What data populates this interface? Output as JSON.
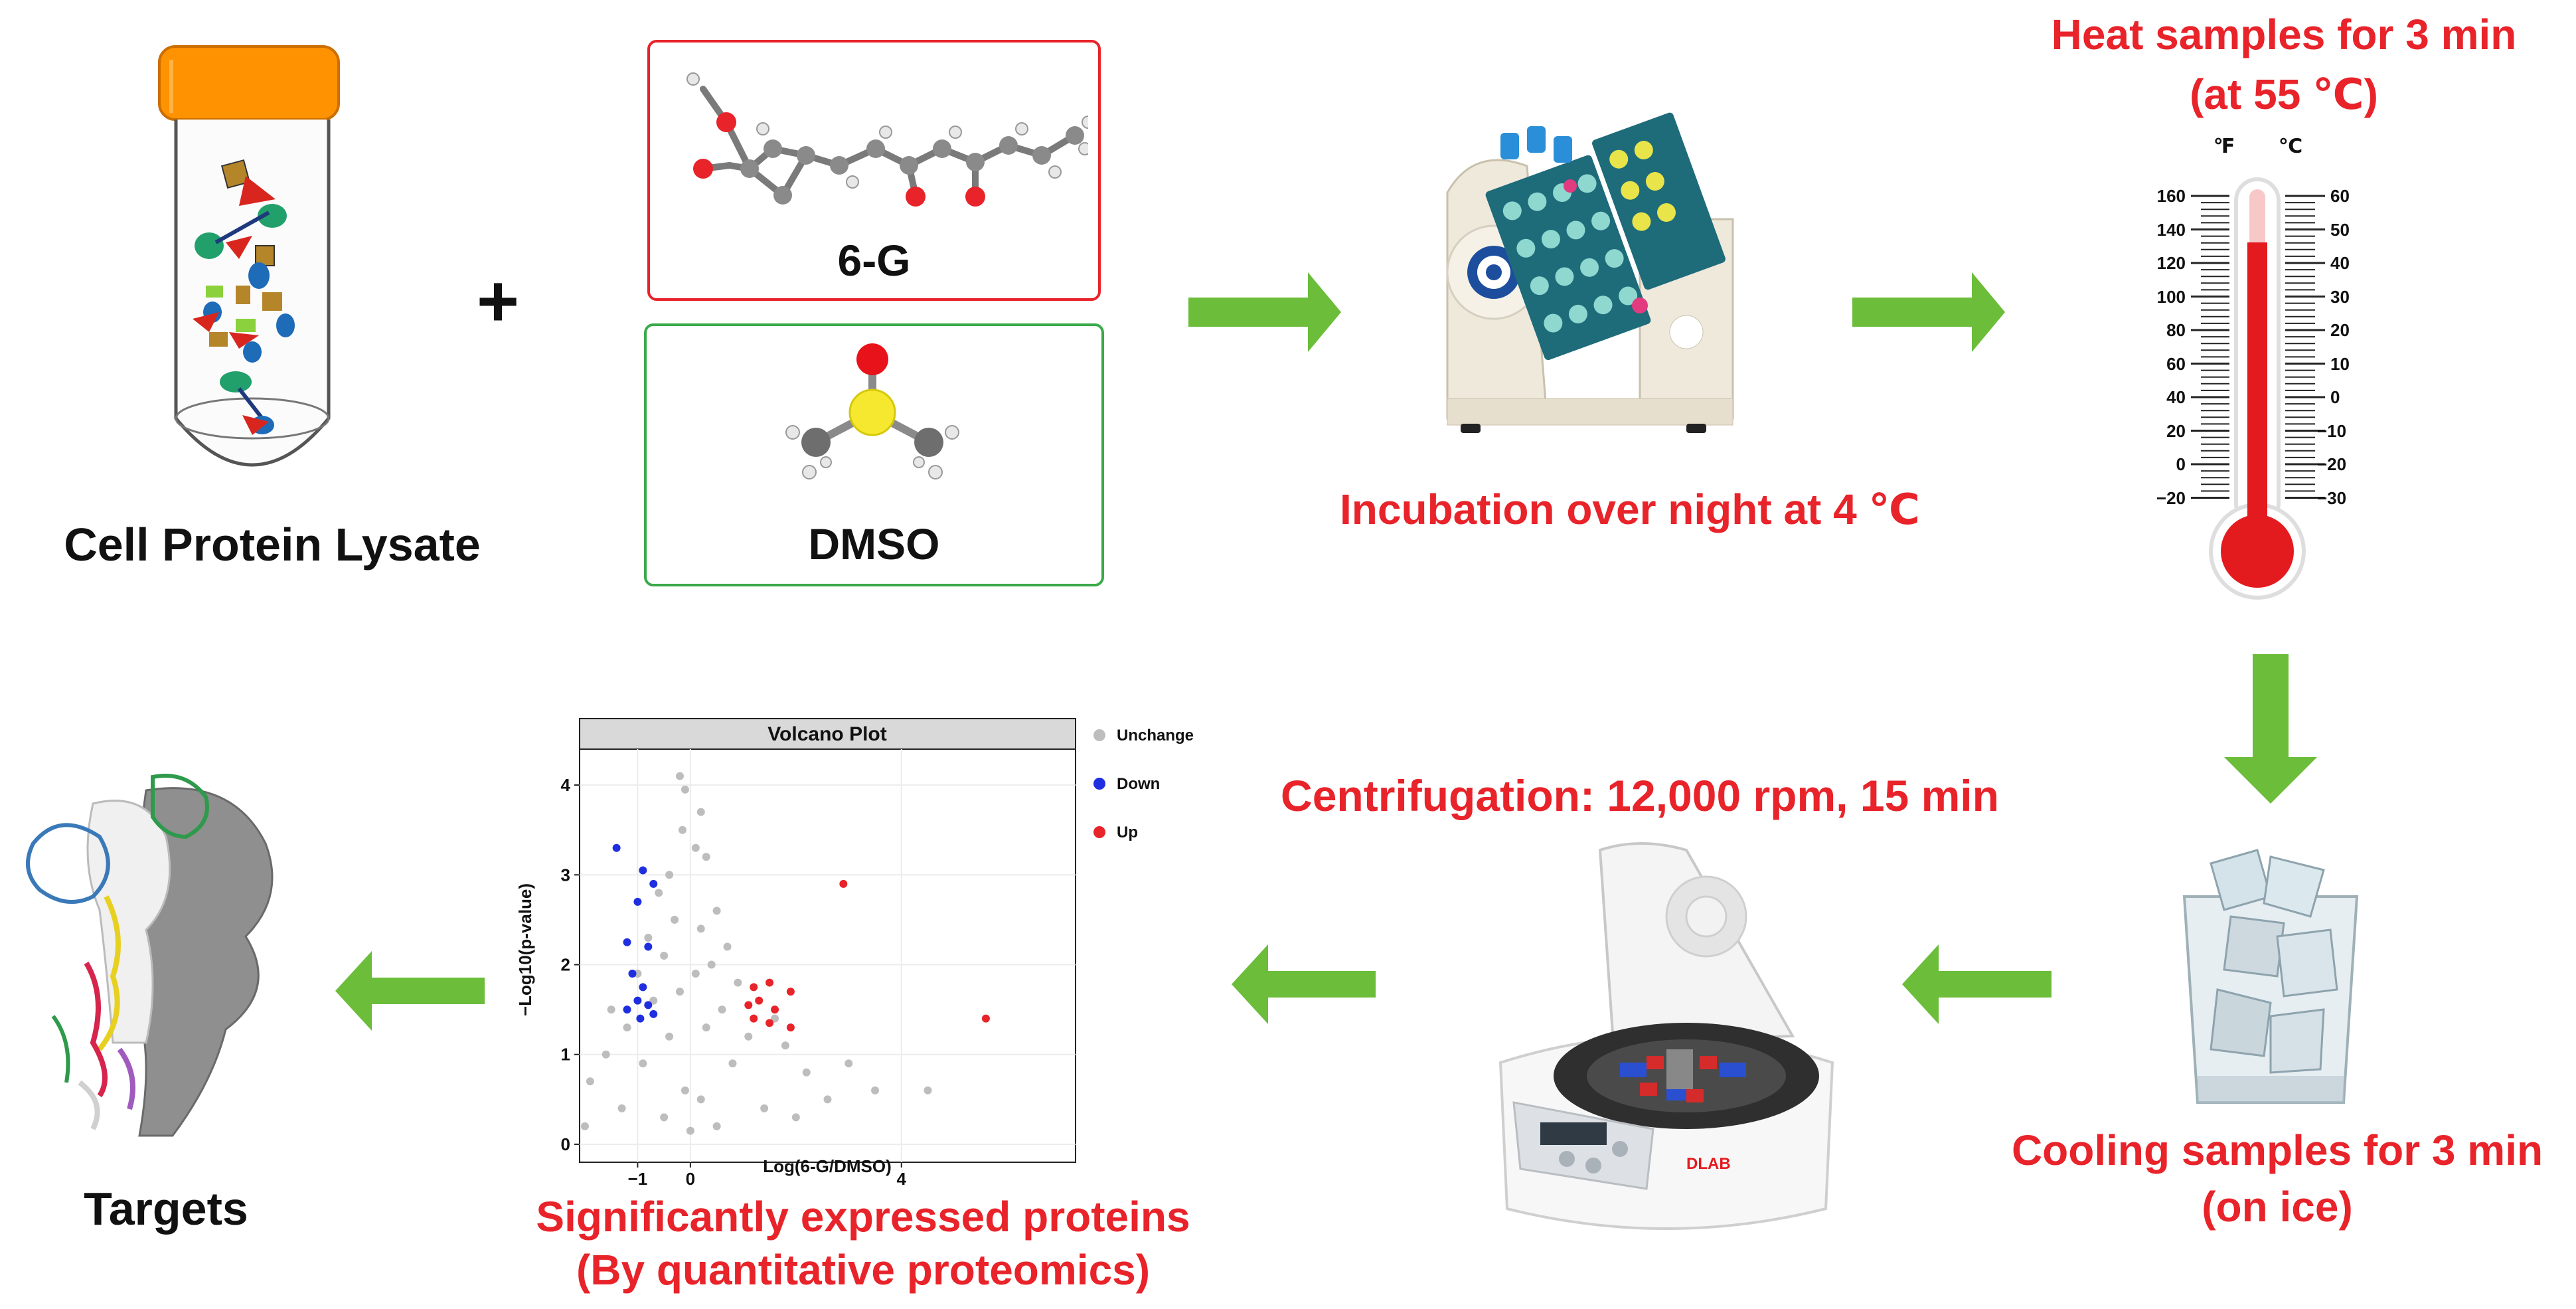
{
  "colors": {
    "arrow": "#6bbd3a",
    "label_red": "#e8232a",
    "box_red": "#e8232a",
    "box_green": "#3aa94a",
    "up": "#e8232a",
    "down": "#1f2fe0",
    "unchange": "#bdbdbd"
  },
  "labels": {
    "lysate": "Cell Protein Lysate",
    "plus": "+",
    "compound_6g": "6-G",
    "dmso": "DMSO",
    "incubation": "Incubation over night at 4 ℃",
    "heat_line1": "Heat samples for 3 min",
    "heat_line2": "(at 55 ℃)",
    "cooling_line1": "Cooling samples for 3 min",
    "cooling_line2": "(on ice)",
    "centrifugation": "Centrifugation: 12,000 rpm, 15 min",
    "proteins_line1": "Significantly expressed proteins",
    "proteins_line2": "(By quantitative proteomics)",
    "targets": "Targets",
    "centrifuge_brand": "DLAB"
  },
  "thermometer": {
    "unit_f": "℉",
    "unit_c": "℃",
    "f_ticks": [
      "160",
      "140",
      "120",
      "100",
      "80",
      "60",
      "40",
      "20",
      "0",
      "−20"
    ],
    "c_ticks": [
      "60",
      "50",
      "40",
      "30",
      "20",
      "10",
      "0",
      "−10",
      "−20",
      "−30"
    ],
    "fill_level_c": 55
  },
  "chart_data": {
    "type": "scatter",
    "title": "Volcano Plot",
    "xlabel": "Log(6-G/DMSO)",
    "ylabel": "−Log10(p-value)",
    "xlim": [
      -2.1,
      7.3
    ],
    "ylim": [
      -0.2,
      4.4
    ],
    "x_ticks": [
      "−1",
      "0",
      "4"
    ],
    "y_ticks": [
      "0",
      "1",
      "2",
      "3",
      "4"
    ],
    "legend_position": "right",
    "series": [
      {
        "name": "Unchange",
        "color": "#bdbdbd",
        "points": [
          [
            -0.2,
            4.1
          ],
          [
            -0.1,
            3.95
          ],
          [
            0.2,
            3.7
          ],
          [
            -0.15,
            3.5
          ],
          [
            0.1,
            3.3
          ],
          [
            -0.4,
            3.0
          ],
          [
            0.3,
            3.2
          ],
          [
            -0.6,
            2.8
          ],
          [
            0.5,
            2.6
          ],
          [
            -0.3,
            2.5
          ],
          [
            0.2,
            2.4
          ],
          [
            -0.8,
            2.3
          ],
          [
            0.7,
            2.2
          ],
          [
            -0.5,
            2.1
          ],
          [
            0.4,
            2.0
          ],
          [
            -1.0,
            1.9
          ],
          [
            0.9,
            1.8
          ],
          [
            -0.2,
            1.7
          ],
          [
            0.1,
            1.9
          ],
          [
            -0.7,
            1.6
          ],
          [
            0.6,
            1.5
          ],
          [
            -1.2,
            1.3
          ],
          [
            1.1,
            1.2
          ],
          [
            -1.6,
            1.0
          ],
          [
            1.8,
            1.1
          ],
          [
            -1.9,
            0.7
          ],
          [
            2.2,
            0.8
          ],
          [
            2.6,
            0.5
          ],
          [
            -1.3,
            0.4
          ],
          [
            1.4,
            0.4
          ],
          [
            3.0,
            0.9
          ],
          [
            3.5,
            0.6
          ],
          [
            -0.4,
            1.2
          ],
          [
            0.3,
            1.3
          ],
          [
            -0.9,
            0.9
          ],
          [
            0.8,
            0.9
          ],
          [
            -0.1,
            0.6
          ],
          [
            0.2,
            0.5
          ],
          [
            -0.5,
            0.3
          ],
          [
            0.5,
            0.2
          ],
          [
            1.6,
            1.4
          ],
          [
            -1.5,
            1.5
          ],
          [
            2.0,
            0.3
          ],
          [
            -2.0,
            0.2
          ],
          [
            0.0,
            0.15
          ],
          [
            4.5,
            0.6
          ]
        ]
      },
      {
        "name": "Down",
        "color": "#1f2fe0",
        "points": [
          [
            -1.4,
            3.3
          ],
          [
            -0.9,
            3.05
          ],
          [
            -1.0,
            2.7
          ],
          [
            -0.7,
            2.9
          ],
          [
            -1.2,
            2.25
          ],
          [
            -0.8,
            2.2
          ],
          [
            -1.1,
            1.9
          ],
          [
            -0.9,
            1.75
          ],
          [
            -1.0,
            1.6
          ],
          [
            -0.8,
            1.55
          ],
          [
            -1.2,
            1.5
          ],
          [
            -0.95,
            1.4
          ],
          [
            -0.7,
            1.45
          ]
        ]
      },
      {
        "name": "Up",
        "color": "#e8232a",
        "points": [
          [
            2.9,
            2.9
          ],
          [
            1.2,
            1.75
          ],
          [
            1.5,
            1.8
          ],
          [
            1.9,
            1.7
          ],
          [
            1.1,
            1.55
          ],
          [
            1.3,
            1.6
          ],
          [
            1.6,
            1.5
          ],
          [
            1.2,
            1.4
          ],
          [
            1.5,
            1.35
          ],
          [
            1.9,
            1.3
          ],
          [
            5.6,
            1.4
          ]
        ]
      }
    ]
  }
}
